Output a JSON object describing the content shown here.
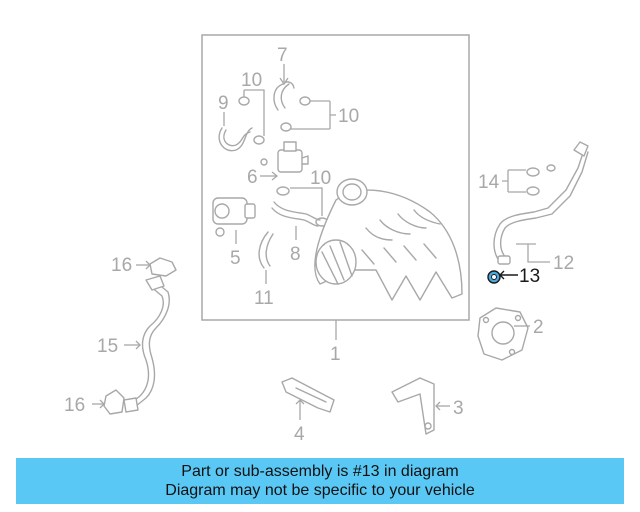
{
  "diagram": {
    "callouts": {
      "c1": "1",
      "c2": "2",
      "c3": "3",
      "c4": "4",
      "c5": "5",
      "c6": "6",
      "c7": "7",
      "c8": "8",
      "c9": "9",
      "c10a": "10",
      "c10b": "10",
      "c10c": "10",
      "c11": "11",
      "c12": "12",
      "c13": "13",
      "c14": "14",
      "c15": "15",
      "c16a": "16",
      "c16b": "16"
    },
    "highlight_callout": "13",
    "colors": {
      "line": "#a8a8a8",
      "highlight_part": "#4aa9de",
      "banner": "#5ac8f5"
    }
  },
  "banner": {
    "line1": "Part or sub-assembly is #13 in diagram",
    "line2": "Diagram may not be specific to your vehicle"
  }
}
